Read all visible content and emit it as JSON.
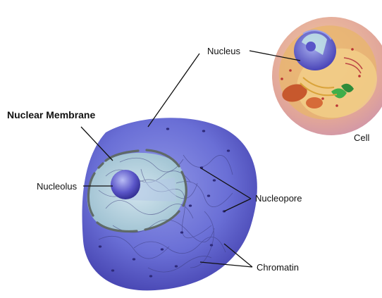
{
  "labels": {
    "nucleus": "Nucleus",
    "nuclear_membrane": "Nuclear Membrane",
    "nucleolus": "Nucleolus",
    "nucleopore": "Nucleopore",
    "chromatin": "Chromatin",
    "cell": "Cell"
  }
}
